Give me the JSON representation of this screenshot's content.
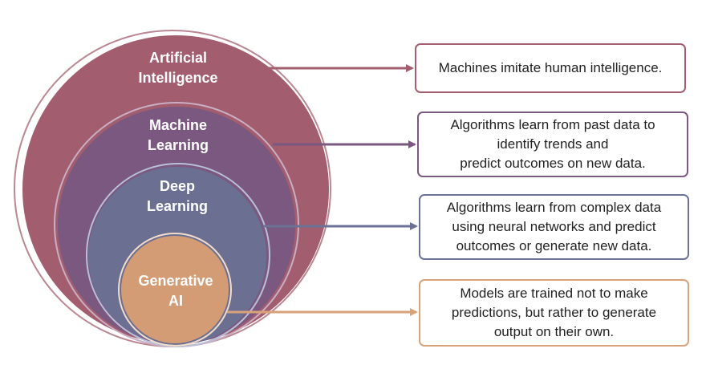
{
  "colors": {
    "ai": "#a25d6e",
    "ml": "#7a5880",
    "dl": "#6b6f92",
    "genai": "#d39c74",
    "ai_border": "#a25d6e",
    "ml_border": "#7a5880",
    "dl_border": "#6b7296",
    "genai_border": "#d8a27a"
  },
  "layers": [
    {
      "id": "ai",
      "label_lines": [
        "Artificial",
        "Intelligence"
      ],
      "description_lines": [
        "Machines imitate human intelligence."
      ]
    },
    {
      "id": "ml",
      "label_lines": [
        "Machine",
        "Learning"
      ],
      "description_lines": [
        "Algorithms learn from past data to",
        "identify trends and",
        "predict outcomes on new data."
      ]
    },
    {
      "id": "dl",
      "label_lines": [
        "Deep",
        "Learning"
      ],
      "description_lines": [
        "Algorithms learn from complex data",
        "using neural networks and predict",
        "outcomes or generate new data."
      ]
    },
    {
      "id": "genai",
      "label_lines": [
        "Generative",
        "AI"
      ],
      "description_lines": [
        "Models are trained not to make",
        "predictions, but rather to generate",
        "output on their own."
      ]
    }
  ]
}
